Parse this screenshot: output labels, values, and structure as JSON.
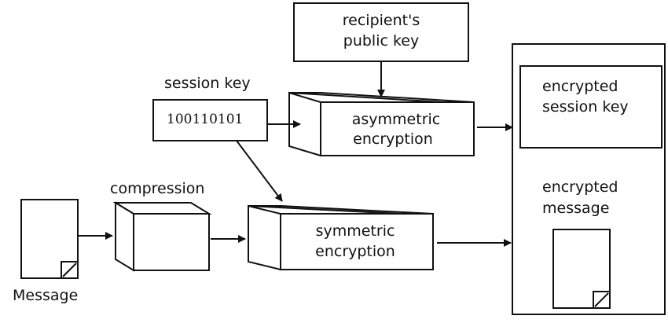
{
  "diagram": {
    "recipient_public_key": [
      "recipient's",
      "public key"
    ],
    "session_key_label": "session key",
    "session_key_bits": "100110101",
    "asymmetric_encryption": [
      "asymmetric",
      "encryption"
    ],
    "compression_label": "compression",
    "symmetric_encryption": [
      "symmetric",
      "encryption"
    ],
    "message_label": "Message",
    "encrypted_session_key": [
      "encrypted",
      "session key"
    ],
    "encrypted_message": [
      "encrypted",
      "message"
    ]
  }
}
